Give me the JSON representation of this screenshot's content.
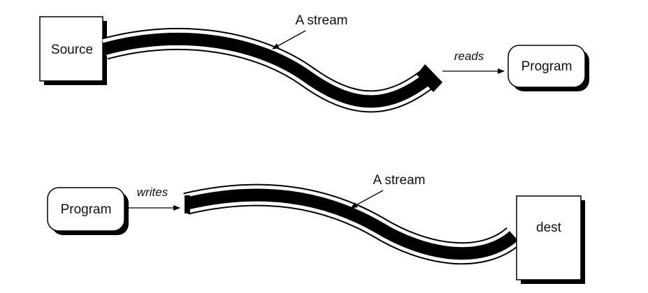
{
  "top_flow": {
    "source_label": "Source",
    "stream_label": "A stream",
    "action_label": "reads",
    "program_label": "Program"
  },
  "bottom_flow": {
    "program_label": "Program",
    "action_label": "writes",
    "stream_label": "A stream",
    "dest_label": "dest"
  },
  "colors": {
    "stroke": "#000000",
    "fill": "#ffffff",
    "shadow": "#000000",
    "stream": "#000000"
  }
}
